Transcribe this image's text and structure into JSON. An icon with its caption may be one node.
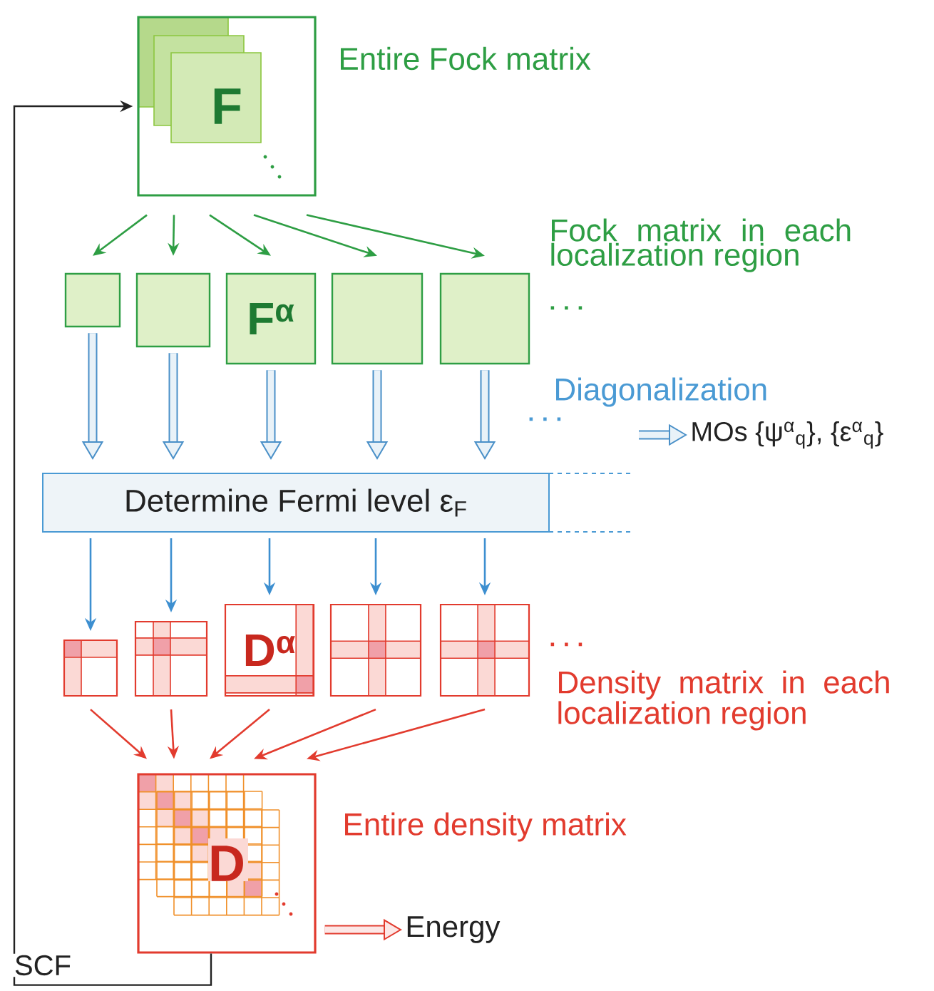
{
  "diagram": {
    "nodes": [
      {
        "text": [
          "F"
        ],
        "beside": [
          "Entire Fock matrix"
        ]
      },
      {
        "text": [],
        "shape": "box"
      },
      {
        "text": [],
        "shape": "box"
      },
      {
        "text": [
          "F$^{α}$"
        ]
      },
      {
        "text": [],
        "shape": "box"
      },
      {
        "text": [],
        "shape": "box"
      },
      {
        "text": [
          "Determine Fermi level ε$_{F}$"
        ]
      },
      {
        "text": [],
        "shape": "box"
      },
      {
        "text": [],
        "shape": "box"
      },
      {
        "text": [
          "D$^{α}$"
        ]
      },
      {
        "text": [],
        "shape": "box"
      },
      {
        "text": [],
        "shape": "box"
      },
      {
        "text": [
          "D"
        ]
      },
      {
        "text": [
          "MOs {ψ$^{α}$$_{q}$}, {ε$^{α}$$_{q}$}"
        ]
      },
      {
        "text": [
          "Energy"
        ]
      }
    ],
    "edges": [
      {
        "from": 0,
        "to": 1,
        "arrow": "to",
        "color": "#2e9e44"
      },
      {
        "from": 0,
        "to": 2,
        "arrow": "to",
        "color": "#2e9e44"
      },
      {
        "from": 0,
        "to": 3,
        "arrow": "to",
        "color": "#2e9e44"
      },
      {
        "from": 0,
        "to": 4,
        "arrow": "to",
        "color": "#2e9e44"
      },
      {
        "from": 0,
        "to": 5,
        "arrow": "to",
        "color": "#2e9e44"
      },
      {
        "from": 1,
        "to": 6,
        "arrow": "to",
        "style": "thick",
        "color": "#4a90c8"
      },
      {
        "from": 2,
        "to": 6,
        "arrow": "to",
        "style": "thick",
        "color": "#4a90c8"
      },
      {
        "from": 3,
        "to": 6,
        "arrow": "to",
        "style": "thick",
        "color": "#4a90c8"
      },
      {
        "from": 4,
        "to": 6,
        "arrow": "to",
        "style": "thick",
        "color": "#4a90c8"
      },
      {
        "from": 5,
        "to": 6,
        "arrow": "to",
        "style": "thick",
        "color": "#4a90c8"
      },
      {
        "from": 6,
        "to": 7,
        "arrow": "to",
        "color": "#3d8fd0"
      },
      {
        "from": 6,
        "to": 8,
        "arrow": "to",
        "color": "#3d8fd0"
      },
      {
        "from": 6,
        "to": 9,
        "arrow": "to",
        "color": "#3d8fd0"
      },
      {
        "from": 6,
        "to": 10,
        "arrow": "to",
        "color": "#3d8fd0"
      },
      {
        "from": 6,
        "to": 11,
        "arrow": "to",
        "color": "#3d8fd0"
      },
      {
        "from": 7,
        "to": 12,
        "arrow": "to",
        "color": "#e23b2e"
      },
      {
        "from": 8,
        "to": 12,
        "arrow": "to",
        "color": "#e23b2e"
      },
      {
        "from": 9,
        "to": 12,
        "arrow": "to",
        "color": "#e23b2e"
      },
      {
        "from": 10,
        "to": 12,
        "arrow": "to",
        "color": "#e23b2e"
      },
      {
        "from": 11,
        "to": 12,
        "arrow": "to",
        "color": "#e23b2e"
      },
      {
        "from": null,
        "to": 13,
        "arrow": "to",
        "style": "thick",
        "color": "#4a90c8"
      },
      {
        "from": 12,
        "to": 14,
        "arrow": "to",
        "style": "thick",
        "color": "#e23b2e"
      },
      {
        "from": 12,
        "to": 0,
        "arrow": "to",
        "label": "SCF",
        "color": "#222222"
      }
    ],
    "labels": [
      "Fock matrix in each localization region",
      "· · ·",
      "Diagonalization",
      "· · ·",
      "· · ·",
      "Density matrix in each localization region",
      "Entire density matrix"
    ]
  }
}
